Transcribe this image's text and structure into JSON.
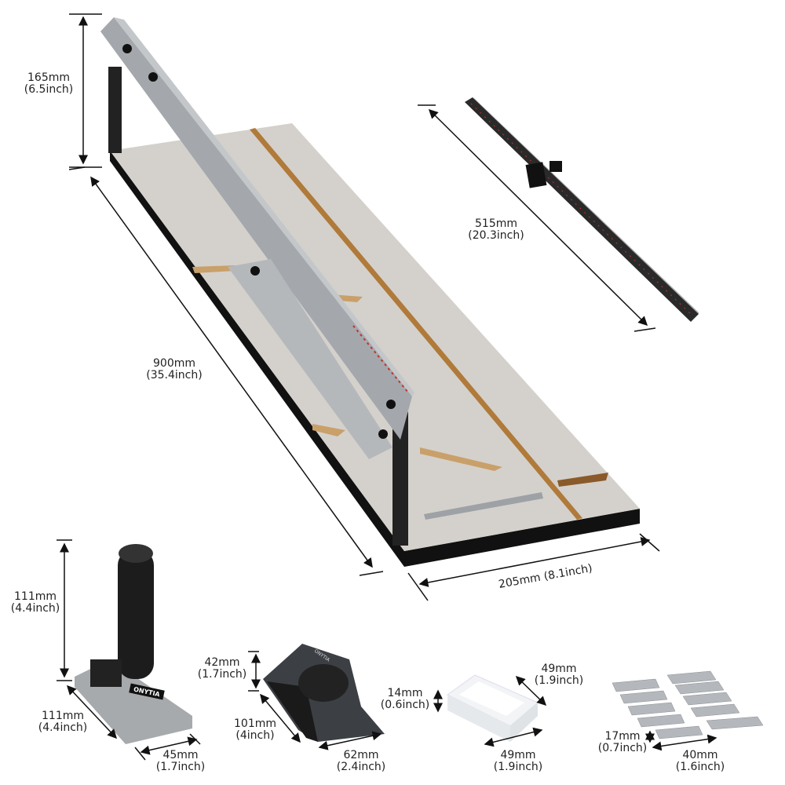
{
  "brand": "ONYTIA",
  "colors": {
    "board_top": "#d4d1cc",
    "board_side": "#111111",
    "rail": "#9ea2a6",
    "groove": "#b07a3a",
    "ruler": "#2a2a2a",
    "accent": "#c0332b"
  },
  "dimensions": {
    "cutter_height": {
      "mm": "165mm",
      "inch": "(6.5inch)"
    },
    "ruler_length": {
      "mm": "515mm",
      "inch": "(20.3inch)"
    },
    "board_length": {
      "mm": "900mm",
      "inch": "(35.4inch)"
    },
    "board_width": {
      "label": "205mm (8.1inch)"
    },
    "handle_height": {
      "mm": "111mm",
      "inch": "(4.4inch)"
    },
    "handle_length": {
      "mm": "111mm",
      "inch": "(4.4inch)"
    },
    "handle_width": {
      "mm": "45mm",
      "inch": "(1.7inch)"
    },
    "bevel_height": {
      "mm": "42mm",
      "inch": "(1.7inch)"
    },
    "bevel_length": {
      "mm": "101mm",
      "inch": "(4inch)"
    },
    "bevel_width": {
      "mm": "62mm",
      "inch": "(2.4inch)"
    },
    "box_height": {
      "mm": "14mm",
      "inch": "(0.6inch)"
    },
    "box_depth": {
      "mm": "49mm",
      "inch": "(1.9inch)"
    },
    "box_width": {
      "mm": "49mm",
      "inch": "(1.9inch)"
    },
    "blade_height": {
      "mm": "17mm",
      "inch": "(0.7inch)"
    },
    "blade_width": {
      "mm": "40mm",
      "inch": "(1.6inch)"
    }
  }
}
